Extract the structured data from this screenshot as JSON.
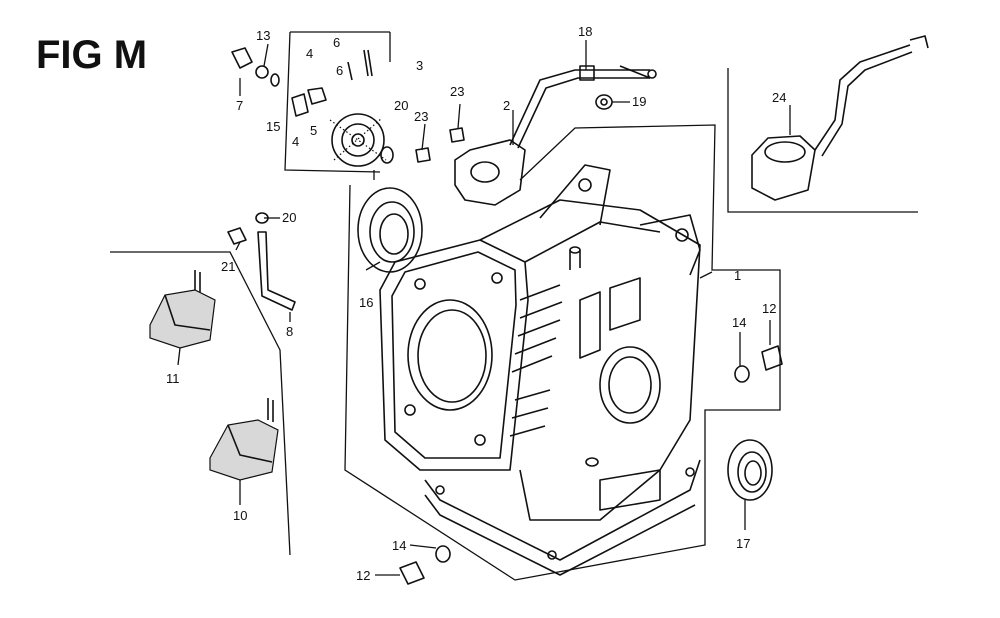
{
  "figure": {
    "title": "FIG M",
    "callouts": [
      {
        "id": "c1",
        "text": "1"
      },
      {
        "id": "c2",
        "text": "2"
      },
      {
        "id": "c3",
        "text": "3"
      },
      {
        "id": "c4a",
        "text": "4"
      },
      {
        "id": "c4b",
        "text": "4"
      },
      {
        "id": "c5",
        "text": "5"
      },
      {
        "id": "c6a",
        "text": "6"
      },
      {
        "id": "c6b",
        "text": "6"
      },
      {
        "id": "c7",
        "text": "7"
      },
      {
        "id": "c8",
        "text": "8"
      },
      {
        "id": "c10",
        "text": "10"
      },
      {
        "id": "c11",
        "text": "11"
      },
      {
        "id": "c12a",
        "text": "12"
      },
      {
        "id": "c12b",
        "text": "12"
      },
      {
        "id": "c13",
        "text": "13"
      },
      {
        "id": "c14a",
        "text": "14"
      },
      {
        "id": "c14b",
        "text": "14"
      },
      {
        "id": "c15",
        "text": "15"
      },
      {
        "id": "c16",
        "text": "16"
      },
      {
        "id": "c17",
        "text": "17"
      },
      {
        "id": "c18",
        "text": "18"
      },
      {
        "id": "c19",
        "text": "19"
      },
      {
        "id": "c20a",
        "text": "20"
      },
      {
        "id": "c20b",
        "text": "20"
      },
      {
        "id": "c21",
        "text": "21"
      },
      {
        "id": "c23a",
        "text": "23"
      },
      {
        "id": "c23b",
        "text": "23"
      },
      {
        "id": "c24",
        "text": "24"
      }
    ]
  }
}
